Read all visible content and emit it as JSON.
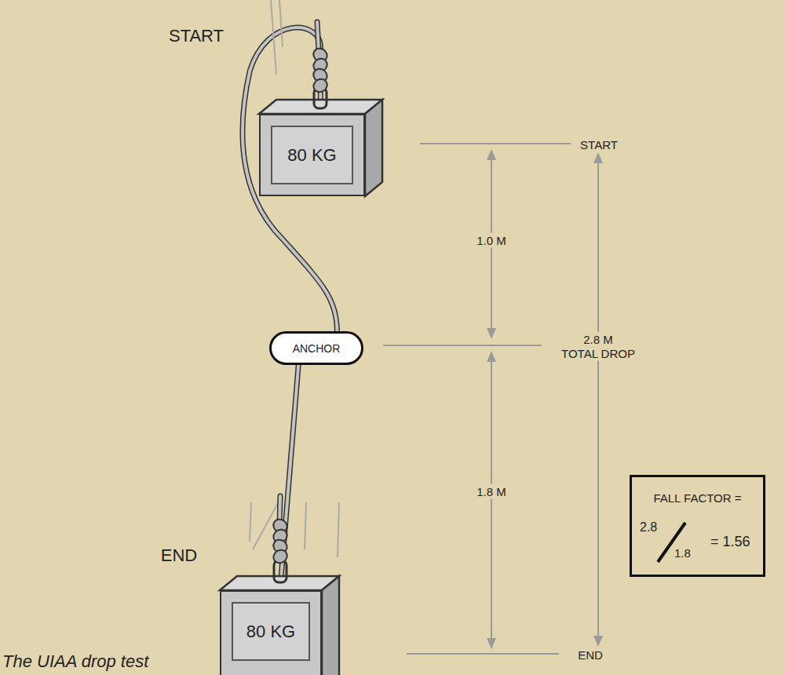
{
  "diagram": {
    "caption": "The UIAA drop test",
    "nodes": [
      {
        "text": [
          "80 KG"
        ]
      },
      {
        "text": [
          "ANCHOR"
        ]
      },
      {
        "text": [
          "FALL FACTOR =",
          "2.8",
          "1.8",
          "= 1.56"
        ]
      },
      {
        "text": [
          "80 KG"
        ]
      }
    ],
    "edges": [
      {
        "from": 0,
        "to": 1,
        "arrow": "none"
      },
      {
        "from": 1,
        "to": 3,
        "arrow": "none"
      }
    ],
    "labels": [
      "START",
      "START",
      "1.0 M",
      "2.8 M",
      "TOTAL DROP",
      "1.8 M",
      "END",
      "END"
    ]
  }
}
